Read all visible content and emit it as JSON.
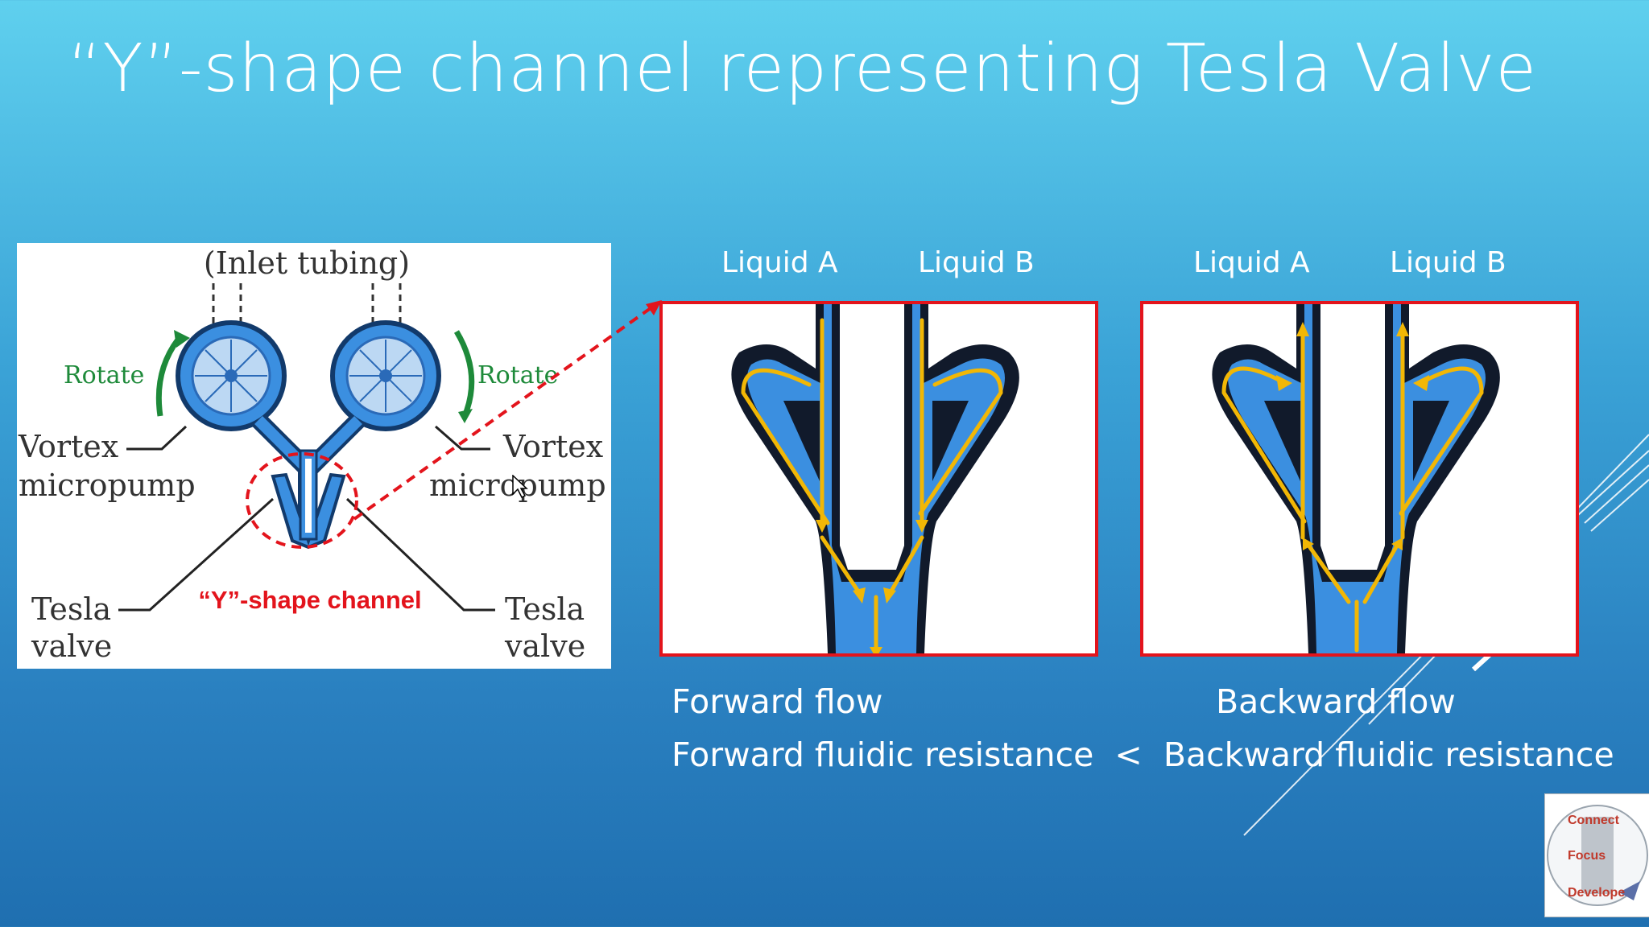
{
  "slide": {
    "title": "“Y”-shape channel representing Tesla Valve"
  },
  "left_figure": {
    "inlet_label": "(Inlet tubing)",
    "rotate_left": "Rotate",
    "rotate_right": "Rotate",
    "vortex_left_1": "Vortex",
    "vortex_left_2": "micropump",
    "vortex_right_1": "Vortex",
    "vortex_right_2": "micropump",
    "tesla_left_1": "Tesla",
    "tesla_left_2": "valve",
    "tesla_right_1": "Tesla",
    "tesla_right_2": "valve",
    "channel_label": "“Y”-shape channel"
  },
  "forward_panel": {
    "liquid_a": "Liquid A",
    "liquid_b": "Liquid B",
    "caption": "Forward flow"
  },
  "backward_panel": {
    "liquid_a": "Liquid A",
    "liquid_b": "Liquid B",
    "caption": "Backward flow"
  },
  "comparison": {
    "text": "Forward fluidic resistance  <  Backward fluidic resistance"
  },
  "logo": {
    "line1": "Connect",
    "line2": "Focus",
    "line3": "Develope"
  },
  "colors": {
    "background_top": "#5fd0ee",
    "background_bottom": "#1f6fb0",
    "channel_blue": "#3b8fe0",
    "flow_arrow": "#f2b705",
    "highlight_red": "#e3141c",
    "rotate_green": "#1e8a3a"
  }
}
